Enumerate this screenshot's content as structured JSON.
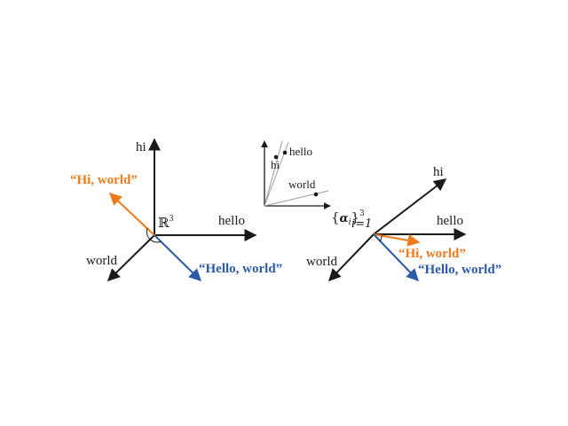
{
  "colors": {
    "axis": "#1a1a1a",
    "hi_world": "#f07a1a",
    "hello_world": "#2b5ba8",
    "thin_line": "#9a9a9a"
  },
  "left_panel": {
    "axis_hi": "hi",
    "axis_hello": "hello",
    "axis_world": "world",
    "space_symbol": "ℝ",
    "space_exponent": "3",
    "vector_hi_world": "“Hi, world”",
    "vector_hello_world": "“Hello, world”"
  },
  "center_panel": {
    "label_hello": "hello",
    "label_hi": "hi",
    "label_world": "world"
  },
  "right_panel": {
    "axis_hi": "hi",
    "axis_hello": "hello",
    "axis_world": "world",
    "basis_open": "{",
    "basis_symbol": "α",
    "basis_sub": "i",
    "basis_close": "}",
    "basis_sup": "3",
    "basis_range": "i=1",
    "vector_hi_world": "“Hi, world”",
    "vector_hello_world": "“Hello, world”"
  }
}
